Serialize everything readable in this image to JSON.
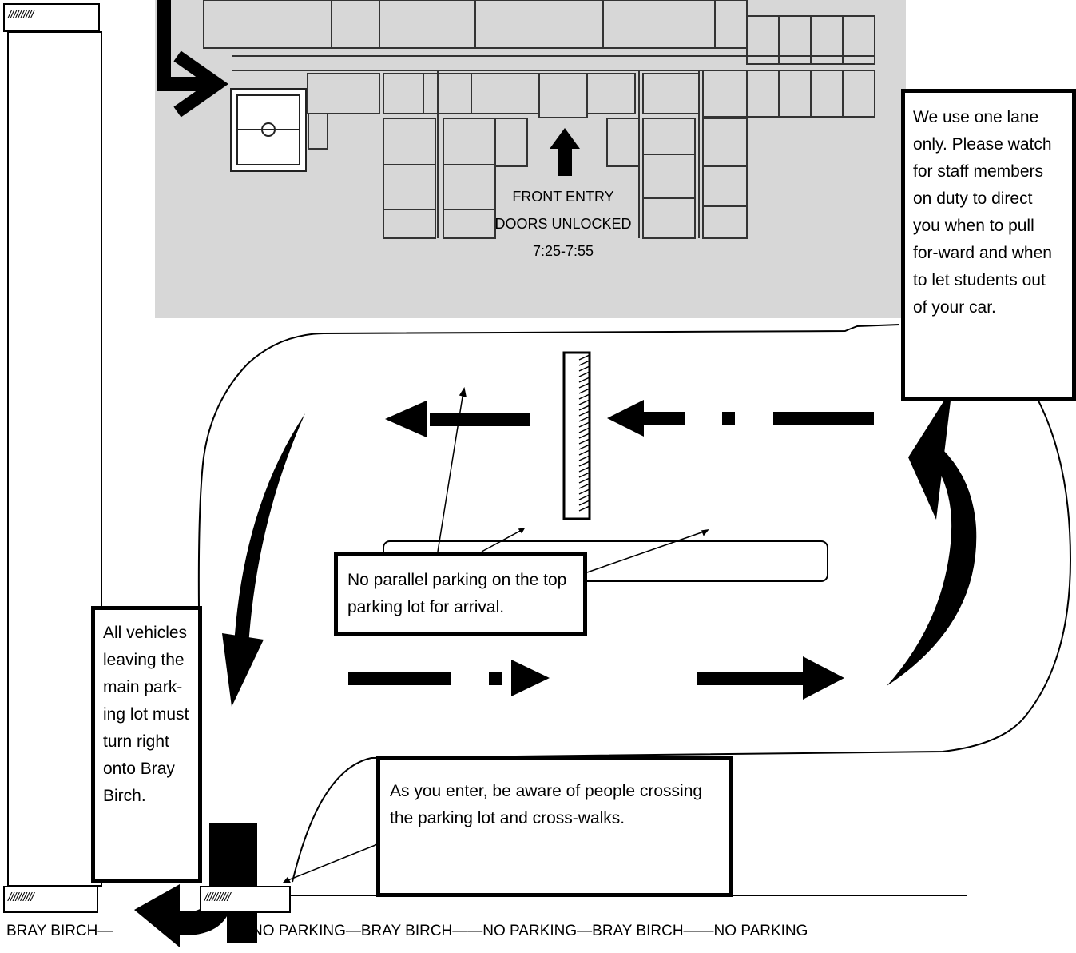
{
  "front_entry": {
    "line1": "FRONT ENTRY",
    "line2": "DOORS UNLOCKED",
    "line3": "7:25-7:55"
  },
  "notes": {
    "one_lane": "We use one lane only.  Please watch  for staff members on duty to direct you when to pull for-ward and when to let students out of your car.",
    "no_parallel": "No parallel parking on the top parking lot for arrival.",
    "exit_right": "All vehicles leaving the main park-ing lot must turn right onto Bray Birch.",
    "enter_aware": "As you enter, be aware of  people crossing the parking lot and cross-walks."
  },
  "hatch_labels": {
    "top_left": "//////////",
    "bottom_left": "//////////",
    "bottom_mid": "//////////"
  },
  "street": {
    "left": "BRAY BIRCH—",
    "right": "—NO PARKING—BRAY BIRCH——NO PARKING—BRAY BIRCH——NO PARKING"
  },
  "colors": {
    "building_fill": "#d7d7d7",
    "ink": "#000000"
  }
}
